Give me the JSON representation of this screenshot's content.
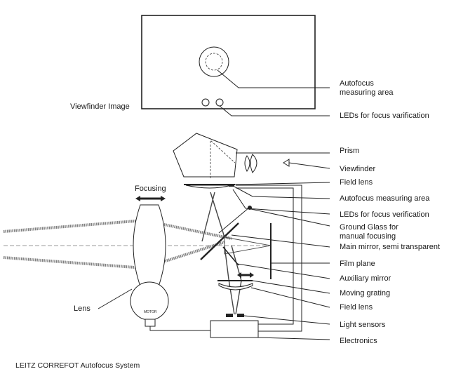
{
  "caption": "LEITZ CORREFOT Autofocus System",
  "viewfinder": {
    "title": "Viewfinder Image",
    "callouts": [
      "Autofocus measuring area",
      "LEDs for focus varification"
    ]
  },
  "camera": {
    "focusing_label": "Focusing",
    "lens_label": "Lens",
    "motor_label": "MOTOR",
    "callouts": [
      "Prism",
      "Viewfinder",
      "Field lens",
      "Autofocus measuring area",
      "LEDs for focus verification",
      "Ground Glass for manual focusing",
      "Main mirror, semi transparent",
      "Film plane",
      "Auxiliary mirror",
      "Moving grating",
      "Field lens",
      "Light sensors",
      "Electronics"
    ]
  }
}
